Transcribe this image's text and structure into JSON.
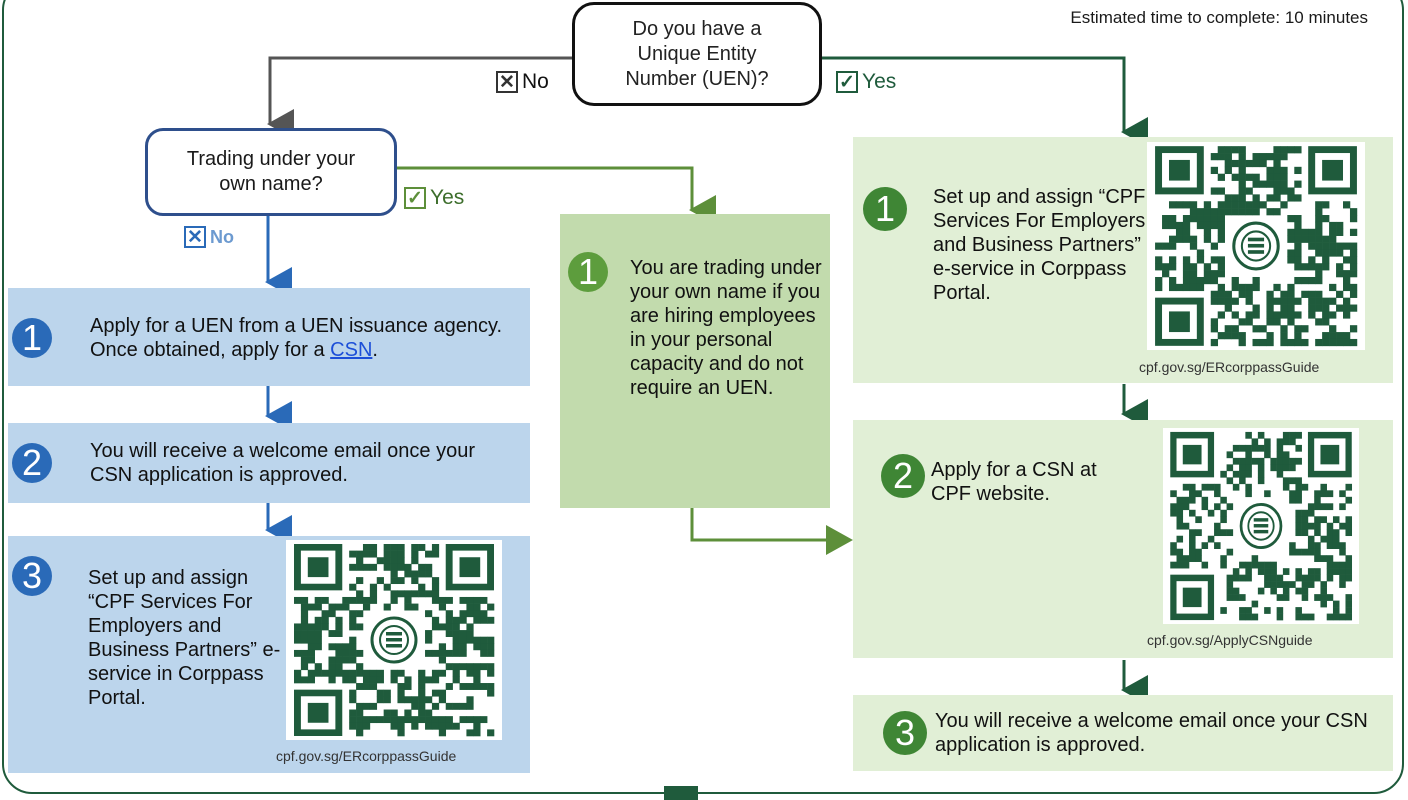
{
  "estimate": "Estimated time to complete: 10 minutes",
  "question_uen": "Do you have a Unique Entity Number (UEN)?",
  "question_uen_lines": [
    "Do you have a",
    "Unique Entity",
    "Number (UEN)?"
  ],
  "uen_no_label": "No",
  "uen_yes_label": "Yes",
  "question_trading": "Trading under your own name?",
  "question_trading_lines": [
    "Trading under your",
    "own name?"
  ],
  "trading_yes_label": "Yes",
  "trading_no_label": "No",
  "left_steps": [
    {
      "number": "1",
      "text_before": "Apply for a UEN from a UEN issuance agency. Once obtained, apply for a ",
      "link": "CSN",
      "text_after": "."
    },
    {
      "number": "2",
      "text": "You will receive a welcome email once your CSN application is approved."
    },
    {
      "number": "3",
      "text": "Set up and assign “CPF Services For Employers and Business Partners” e-service in Corppass Portal.",
      "qr_caption": "cpf.gov.sg/ERcorppassGuide"
    }
  ],
  "middle_step": {
    "number": "1",
    "text": "You are trading under your own name if you are hiring employees in your personal capacity and do not require an UEN."
  },
  "right_steps": [
    {
      "number": "1",
      "text": "Set up and assign “CPF Services For Employers and Business Partners” e-service in Corppass Portal.",
      "qr_caption": "cpf.gov.sg/ERcorppassGuide"
    },
    {
      "number": "2",
      "text": "Apply for a CSN at CPF website.",
      "qr_caption": "cpf.gov.sg/ApplyCSNguide"
    },
    {
      "number": "3",
      "text": "You will receive a welcome email once your CSN application is approved."
    }
  ],
  "colors": {
    "dark_green": "#1f5b3c",
    "mid_green": "#5d9d3d",
    "blue": "#2a6ab8",
    "light_blue_bg": "#bcd5ec",
    "green_bg": "#c2dbad",
    "light_green_bg": "#e1efd6"
  }
}
